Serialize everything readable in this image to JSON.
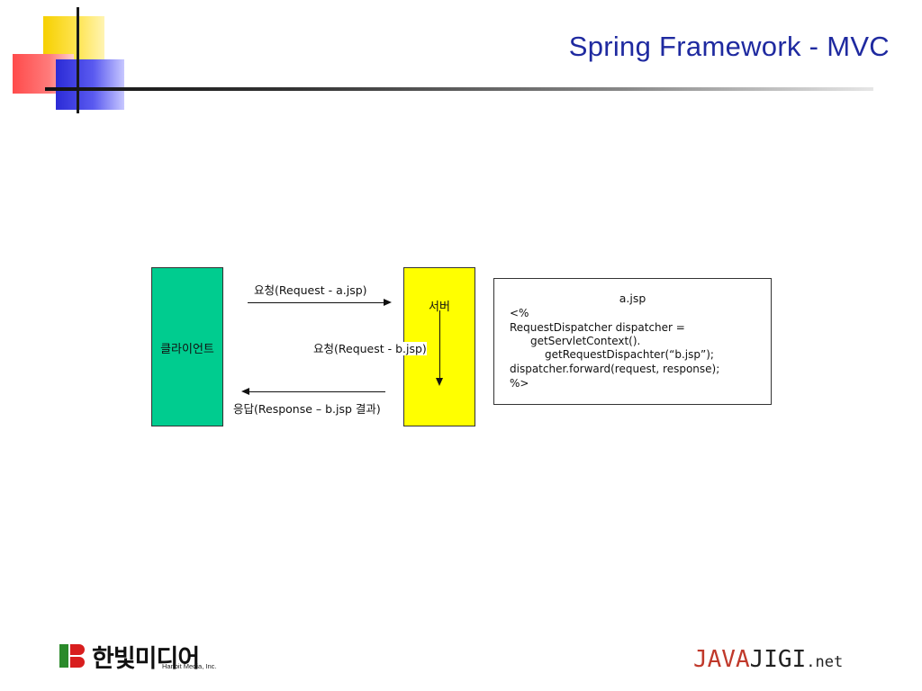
{
  "title": "Spring Framework - MVC",
  "diagram": {
    "client_label": "클라이언트",
    "server_label": "서버",
    "request1": "요청(Request - a.jsp)",
    "request2_prefix": "요청(Request - ",
    "request2_box": "b.jsp)",
    "response": "응답(Response – b.jsp 결과)",
    "code_box": {
      "title": "a.jsp",
      "lines": [
        "<%",
        "RequestDispatcher dispatcher =",
        "getServletContext().",
        "getRequestDispachter(“b.jsp”);",
        "dispatcher.forward(request, response);",
        "%>"
      ]
    }
  },
  "footer": {
    "publisher_name": "한빛미디어",
    "publisher_sub": "Hanbit Media, Inc.",
    "site_java": "JAVA",
    "site_jigi": "JIGI",
    "site_net": ".net"
  }
}
